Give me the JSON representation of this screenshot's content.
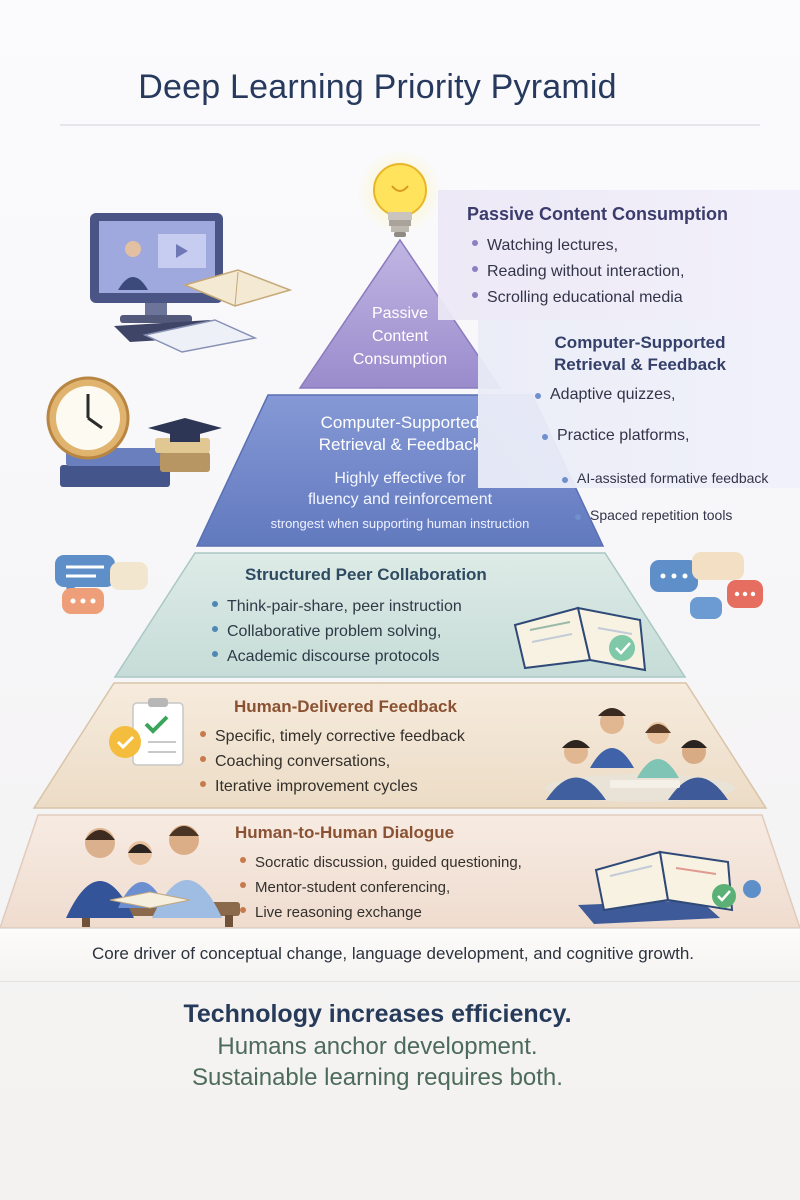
{
  "title": "Deep Learning Priority Pyramid",
  "levels": {
    "passive": {
      "label": [
        "Passive",
        "Content",
        "Consumption"
      ]
    },
    "computer": {
      "label": [
        "Computer-Supported",
        "Retrieval & Feedback"
      ],
      "description": [
        "Highly effective for",
        "fluency and reinforcement"
      ],
      "note": "strongest when supporting human instruction"
    },
    "peer": {
      "title": "Structured Peer Collaboration",
      "items": [
        "Think-pair-share, peer instruction",
        "Collaborative problem solving,",
        "Academic discourse protocols"
      ]
    },
    "feedback": {
      "title": "Human-Delivered Feedback",
      "items": [
        "Specific, timely corrective feedback",
        "Coaching conversations,",
        "Iterative improvement cycles"
      ]
    },
    "dialogue": {
      "title": "Human-to-Human Dialogue",
      "items": [
        "Socratic discussion, guided questioning,",
        "Mentor-student conferencing,",
        "Live reasoning exchange"
      ]
    }
  },
  "side_panels": {
    "passive": {
      "title": "Passive Content Consumption",
      "items": [
        "Watching lectures,",
        "Reading without interaction,",
        "Scrolling educational media"
      ]
    },
    "computer": {
      "title": [
        "Computer-Supported",
        "Retrieval & Feedback"
      ],
      "items": [
        "Adaptive quizzes,",
        "Practice platforms,",
        "AI-assisted formative feedback",
        "Spaced repetition tools"
      ]
    }
  },
  "core_statement": "Core driver of conceptual change, language development, and cognitive growth.",
  "footer": [
    "Technology increases efficiency.",
    "Humans anchor development.",
    "Sustainable learning requires both."
  ],
  "colors": {
    "passive": "#a597d2",
    "computer": "#7187c9",
    "peer": "#cfe1dd",
    "feedback": "#f1e2d1",
    "dialogue": "#f3e4da"
  },
  "icons": [
    "light-bulb-icon",
    "computer-lecture-icon",
    "clock-books-icon",
    "chat-bubbles-icon",
    "checklist-icon",
    "students-group-icon",
    "tutoring-people-icon",
    "open-book-icon"
  ]
}
